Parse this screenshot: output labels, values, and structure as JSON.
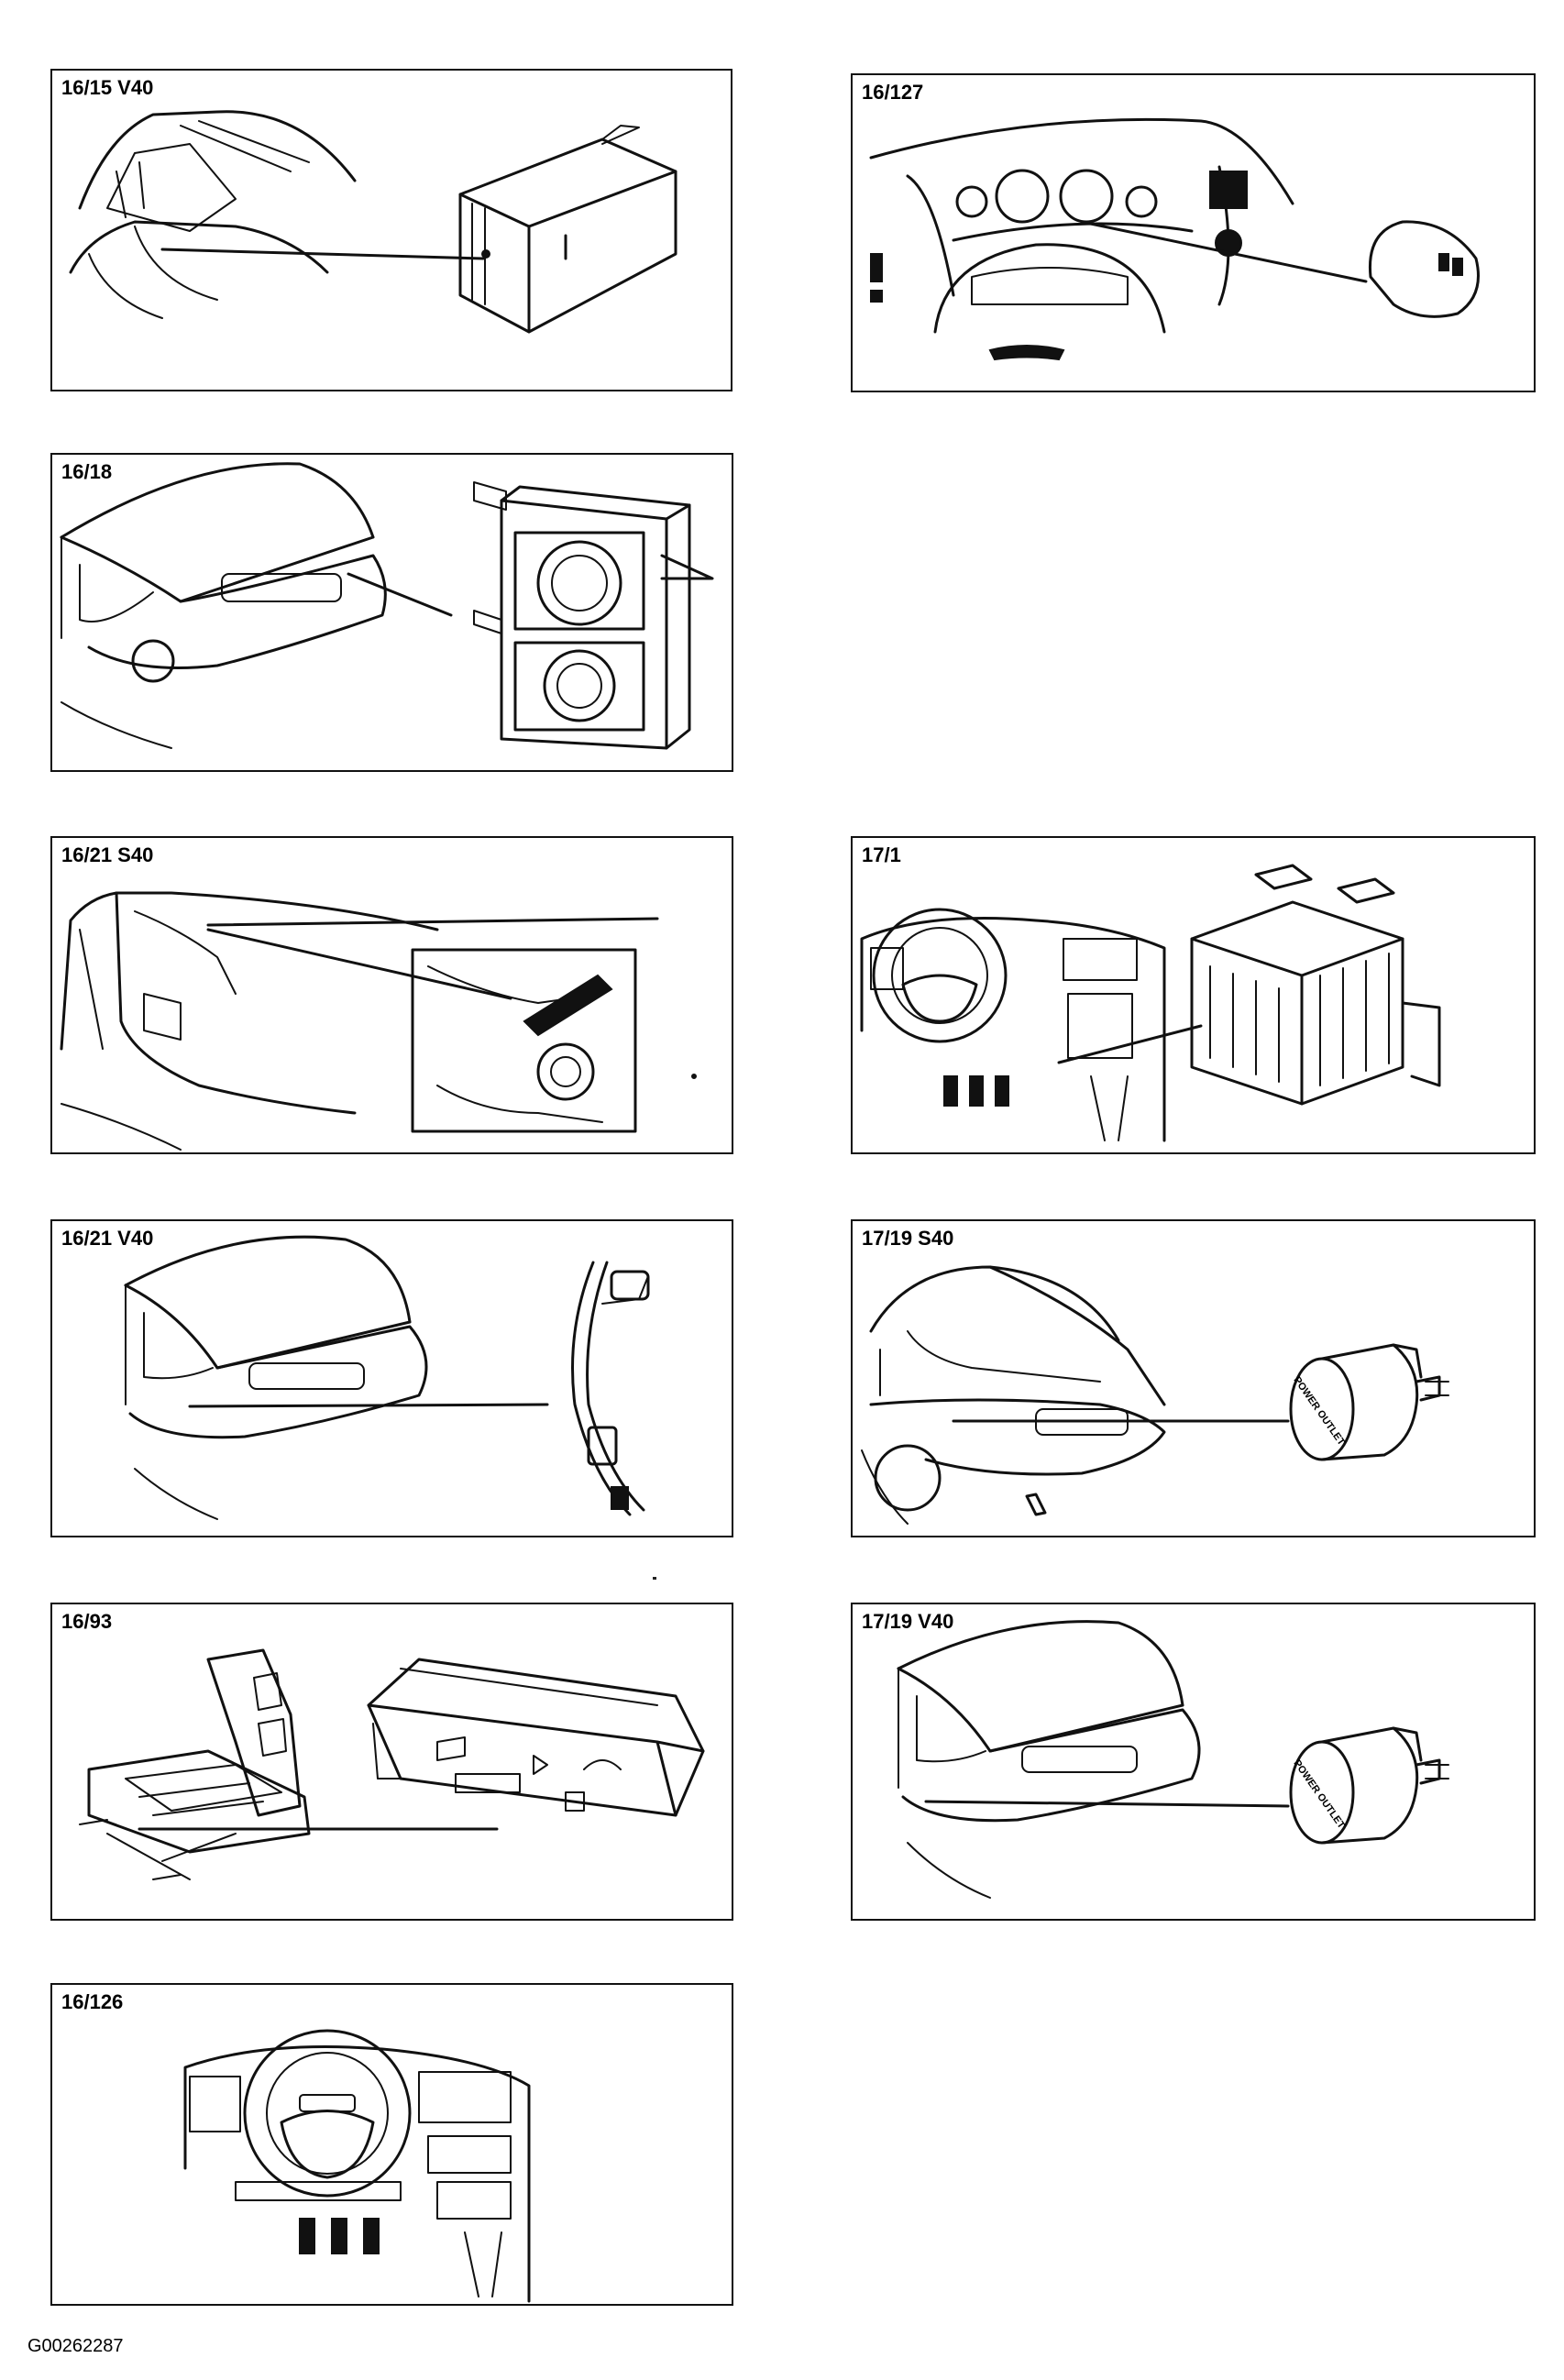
{
  "panels": [
    {
      "id": "16-15-v40",
      "label": "16/15 V40"
    },
    {
      "id": "16-127",
      "label": "16/127"
    },
    {
      "id": "16-18",
      "label": "16/18"
    },
    {
      "id": "16-21-s40",
      "label": "16/21 S40"
    },
    {
      "id": "17-1",
      "label": "17/1"
    },
    {
      "id": "16-21-v40",
      "label": "16/21 V40"
    },
    {
      "id": "17-19-s40",
      "label": "17/19 S40"
    },
    {
      "id": "16-93",
      "label": "16/93"
    },
    {
      "id": "17-19-v40",
      "label": "17/19 V40"
    },
    {
      "id": "16-126",
      "label": "16/126"
    }
  ],
  "component_text": {
    "power_outlet_s40": "POWER OUTLET",
    "power_outlet_v40": "POWER OUTLET"
  },
  "document_code": "G00262287"
}
